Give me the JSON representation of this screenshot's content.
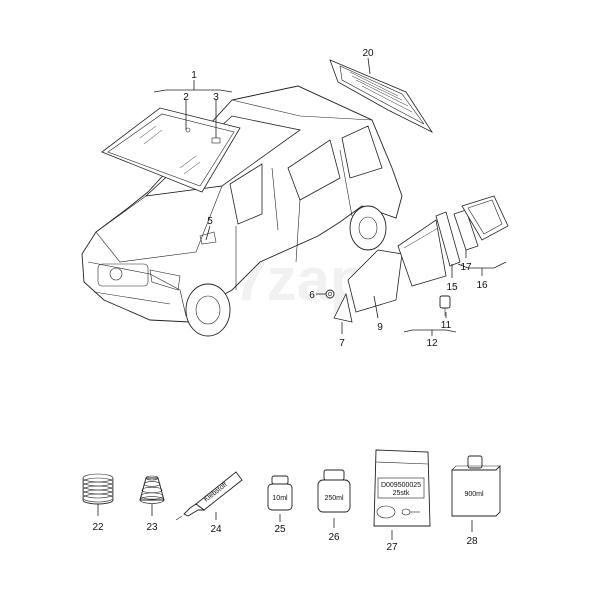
{
  "callouts": {
    "c1": "1",
    "c2": "2",
    "c3": "3",
    "c5": "5",
    "c6": "6",
    "c7": "7",
    "c9": "9",
    "c11": "11",
    "c12": "12",
    "c15": "15",
    "c16": "16",
    "c17": "17",
    "c20": "20",
    "c22": "22",
    "c23": "23",
    "c24": "24",
    "c25": "25",
    "c26": "26",
    "c27": "27",
    "c28": "28"
  },
  "product_labels": {
    "tube": "Klebstoff",
    "bottle_small": "10ml",
    "can": "250ml",
    "bag_line1": "D009500025",
    "bag_line2": "25stk",
    "box": "900ml"
  },
  "watermark": "7zap"
}
